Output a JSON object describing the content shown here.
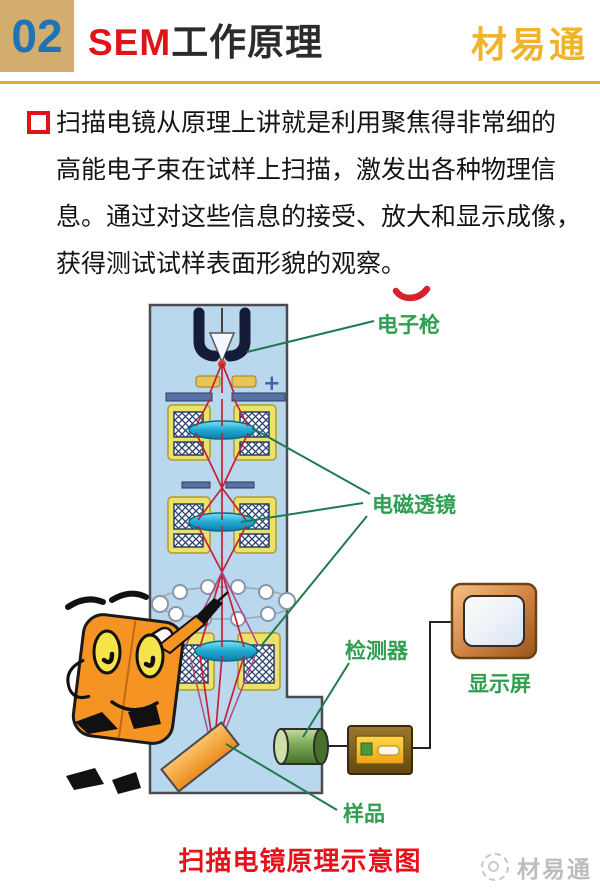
{
  "header": {
    "number": "02",
    "title_red": "SEM",
    "title_black": "工作原理",
    "brand": "材易通"
  },
  "body_text": {
    "lines": [
      "扫描电镜从原理上讲就是利用聚焦得非常细的",
      "高能电子束在试样上扫描，激发出各种物理信",
      "息。通过对这些信息的接受、放大和显示成像，",
      "获得测试试样表面形貌的观察。"
    ]
  },
  "diagram": {
    "labels": {
      "electron_gun": "电子枪",
      "em_lens": "电磁透镜",
      "detector": "检测器",
      "display_screen": "显示屏",
      "sample": "样品"
    },
    "plus_sign": "+",
    "caption": "扫描电镜原理示意图"
  },
  "watermark": {
    "brand": "材易通"
  },
  "colors": {
    "header_box": "#d2ad6e",
    "header_number": "#1f74b8",
    "title_accent": "#e0121a",
    "brand_gold": "#f0b42a",
    "rule_gold": "#e0aa30",
    "column_fill": "#b9d7ed",
    "lens_yellow": "#ece26a",
    "lens_cyan": "#2db4d8",
    "beam_red": "#c5203a",
    "beam_magenta": "#b04888",
    "label_green": "#2f9e50",
    "pointer_green": "#1f7a50",
    "detector_green": "#7aa855",
    "amp_gold": "#f0a818",
    "monitor_copper": "#c87838",
    "sample_orange": "#f09030",
    "caption_red": "#e8101a"
  }
}
